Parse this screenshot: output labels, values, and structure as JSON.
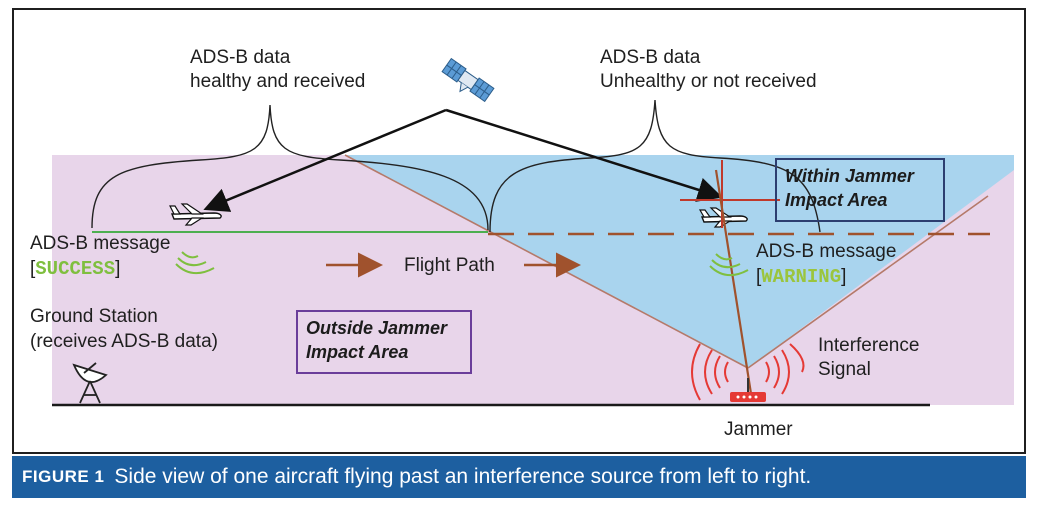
{
  "labels": {
    "healthy_line1": "ADS-B data",
    "healthy_line2": "healthy and received",
    "unhealthy_line1": "ADS-B data",
    "unhealthy_line2": "Unhealthy or not received",
    "msg_left": "ADS-B message",
    "msg_left_status": "SUCCESS",
    "msg_right": "ADS-B message",
    "msg_right_status": "WARNING",
    "flight_path": "Flight Path",
    "ground_station_line1": "Ground Station",
    "ground_station_line2": "(receives ADS-B data)",
    "outside_line1": "Outside Jammer",
    "outside_line2": "Impact Area",
    "within_line1": "Within Jammer",
    "within_line2": "Impact Area",
    "interference_line1": "Interference",
    "interference_line2": "Signal",
    "jammer": "Jammer"
  },
  "caption": {
    "figure_number": "FIGURE 1",
    "text": "Side view of one aircraft flying past an interference source from left to right."
  },
  "colors": {
    "outside_region": "#e8d5ea",
    "jammer_region": "#a9d4ee",
    "healthy_path": "#4caf50",
    "flight_arrow": "#a0522d",
    "signal_red": "#e53935",
    "success_green": "#7fbf3f",
    "caption_bar": "#1d5fa0"
  },
  "icons": [
    "satellite-icon",
    "airplane-icon",
    "signal-wave-icon",
    "satellite-dish-icon",
    "jammer-router-icon"
  ]
}
